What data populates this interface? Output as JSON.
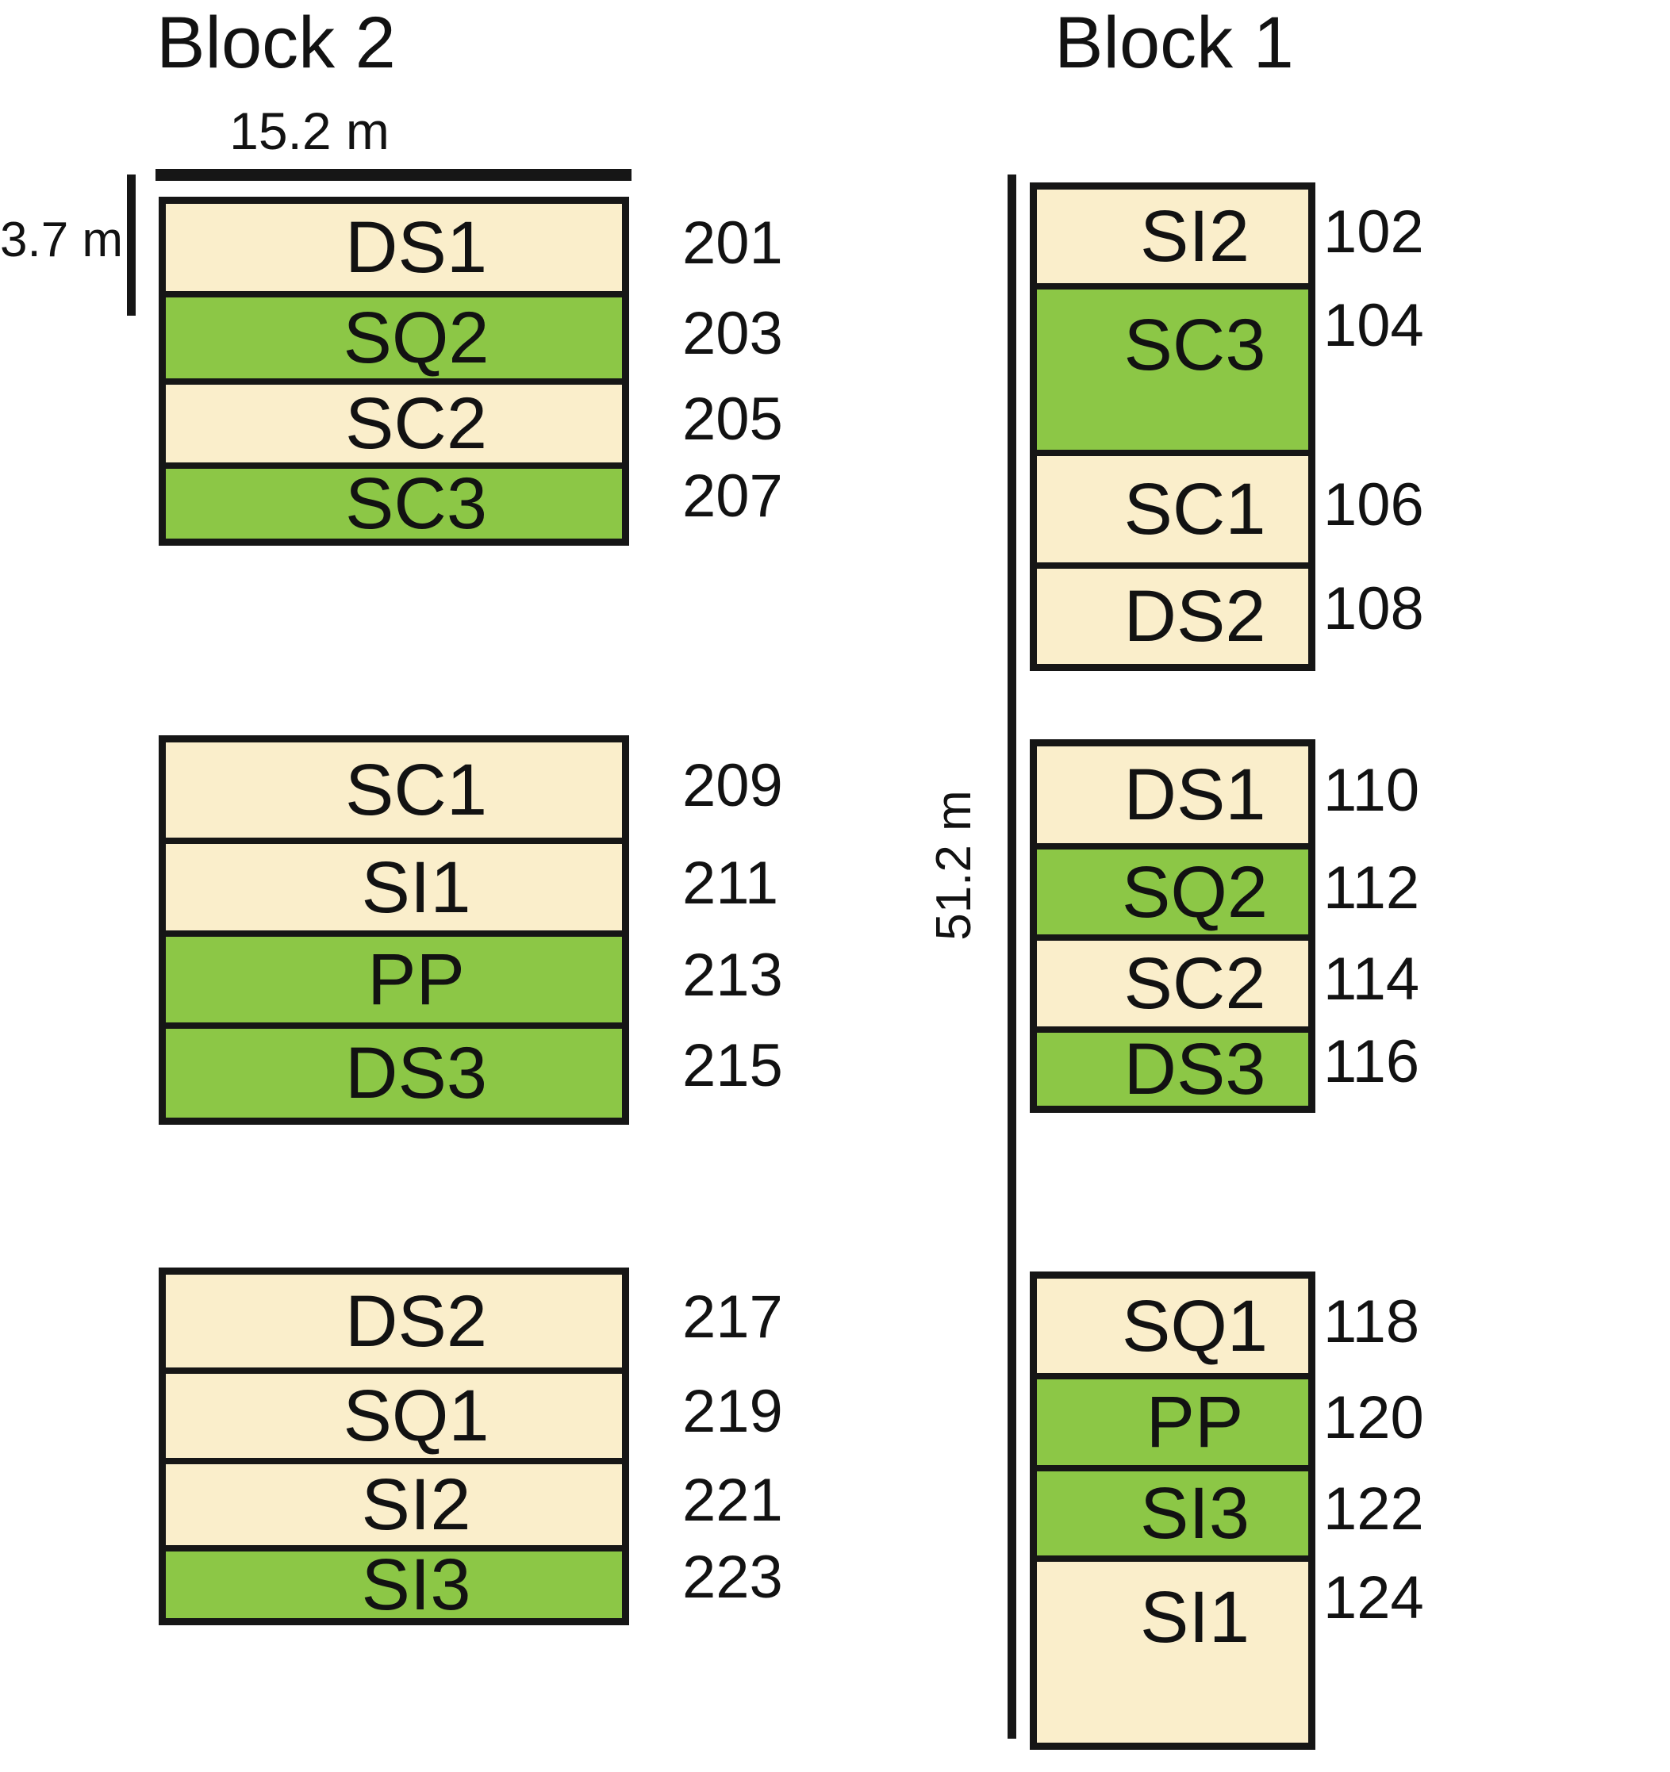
{
  "diagram": {
    "colors": {
      "tan": "#FAEECB",
      "green": "#8CC746",
      "border": "#161616",
      "text": "#121212",
      "background": "#FFFFFF"
    },
    "blocks": [
      {
        "title": "Block 2",
        "width_label": "15.2 m",
        "height_label": "3.7 m",
        "groups": [
          {
            "plots": [
              {
                "code": "DS1",
                "number": "201",
                "color": "tan"
              },
              {
                "code": "SQ2",
                "number": "203",
                "color": "green"
              },
              {
                "code": "SC2",
                "number": "205",
                "color": "tan"
              },
              {
                "code": "SC3",
                "number": "207",
                "color": "green"
              }
            ]
          },
          {
            "plots": [
              {
                "code": "SC1",
                "number": "209",
                "color": "tan"
              },
              {
                "code": "SI1",
                "number": "211",
                "color": "tan"
              },
              {
                "code": "PP",
                "number": "213",
                "color": "green"
              },
              {
                "code": "DS3",
                "number": "215",
                "color": "green"
              }
            ]
          },
          {
            "plots": [
              {
                "code": "DS2",
                "number": "217",
                "color": "tan"
              },
              {
                "code": "SQ1",
                "number": "219",
                "color": "tan"
              },
              {
                "code": "SI2",
                "number": "221",
                "color": "tan"
              },
              {
                "code": "SI3",
                "number": "223",
                "color": "green"
              }
            ]
          }
        ]
      },
      {
        "title": "Block 1",
        "length_label": "51.2 m",
        "groups": [
          {
            "plots": [
              {
                "code": "SI2",
                "number": "102",
                "color": "tan"
              },
              {
                "code": "SC3",
                "number": "104",
                "color": "green"
              },
              {
                "code": "SC1",
                "number": "106",
                "color": "tan"
              },
              {
                "code": "DS2",
                "number": "108",
                "color": "tan"
              }
            ]
          },
          {
            "plots": [
              {
                "code": "DS1",
                "number": "110",
                "color": "tan"
              },
              {
                "code": "SQ2",
                "number": "112",
                "color": "green"
              },
              {
                "code": "SC2",
                "number": "114",
                "color": "tan"
              },
              {
                "code": "DS3",
                "number": "116",
                "color": "green"
              }
            ]
          },
          {
            "plots": [
              {
                "code": "SQ1",
                "number": "118",
                "color": "tan"
              },
              {
                "code": "PP",
                "number": "120",
                "color": "green"
              },
              {
                "code": "SI3",
                "number": "122",
                "color": "green"
              },
              {
                "code": "SI1",
                "number": "124",
                "color": "tan"
              }
            ]
          }
        ]
      }
    ]
  }
}
